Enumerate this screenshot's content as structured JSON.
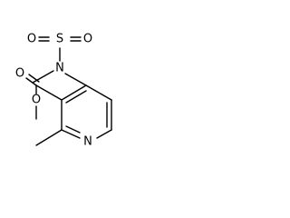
{
  "molecule": {
    "atoms": {
      "sulfur": "S",
      "oxygen_sulfonyl_left": "O",
      "oxygen_sulfonyl_right": "O",
      "nitrogen_sulfonamide": "N",
      "nitrogen_ring": "N",
      "oxygen_carbonyl": "O",
      "oxygen_ester": "O"
    }
  }
}
